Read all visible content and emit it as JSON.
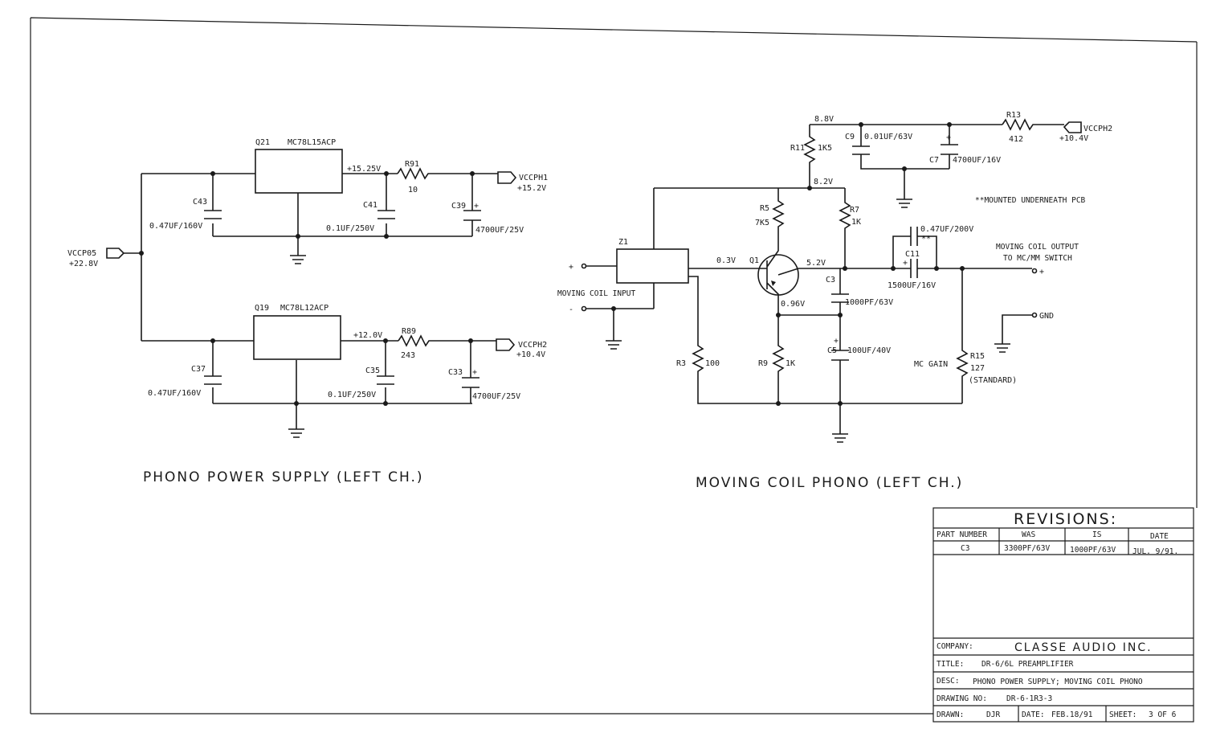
{
  "power_supply": {
    "input_net": "VCCP05",
    "input_voltage": "+22.8V",
    "upper": {
      "ic_ref": "Q21",
      "ic_part": "MC78L15ACP",
      "out_voltage": "+15.25V",
      "c_in_ref": "C43",
      "c_in_val": "0.47UF/160V",
      "r_ref": "R91",
      "r_val": "10",
      "c_out_ref": "C41",
      "c_out_val": "0.1UF/250V",
      "c_bulk_ref": "C39",
      "c_bulk_val": "4700UF/25V",
      "out_net": "VCCPH1",
      "out_net_voltage": "+15.2V"
    },
    "lower": {
      "ic_ref": "Q19",
      "ic_part": "MC78L12ACP",
      "out_voltage": "+12.0V",
      "c_in_ref": "C37",
      "c_in_val": "0.47UF/160V",
      "r_ref": "R89",
      "r_val": "243",
      "c_out_ref": "C35",
      "c_out_val": "0.1UF/250V",
      "c_bulk_ref": "C33",
      "c_bulk_val": "4700UF/25V",
      "out_net": "VCCPH2",
      "out_net_voltage": "+10.4V"
    },
    "plus_sign": "+",
    "caption": "PHONO POWER SUPPLY (LEFT CH.)"
  },
  "mc_phono": {
    "top_voltage": "8.8V",
    "r11_ref": "R11",
    "r11_val": "1K5",
    "c9_ref": "C9",
    "c9_val": "0.01UF/63V",
    "c7_ref": "C7",
    "c7_val": "4700UF/16V",
    "r13_ref": "R13",
    "r13_val": "412",
    "supply_net": "VCCPH2",
    "supply_voltage": "+10.4V",
    "mid_voltage": "8.2V",
    "note": "**MOUNTED UNDERNEATH PCB",
    "r5_ref": "R5",
    "r5_val": "7K5",
    "r7_ref": "R7",
    "r7_val": "1K",
    "z1_ref": "Z1",
    "base_voltage": "0.3V",
    "q1_ref": "Q1",
    "collector_voltage": "5.2V",
    "emitter_voltage": "0.96V",
    "c3_ref": "C3",
    "c3_val": "1000PF/63V",
    "c11_ref": "C11",
    "c11_val": "1500UF/16V",
    "c_bypass_val": "0.47UF/200V",
    "bypass_mark": "**",
    "input_plus": "+",
    "input_minus": "-",
    "input_label": "MOVING COIL INPUT",
    "output_line1": "MOVING COIL OUTPUT",
    "output_line2": "TO MC/MM SWITCH",
    "output_plus": "+",
    "gnd_label": "GND",
    "c5_ref": "C5",
    "c5_val": "100UF/40V",
    "r3_ref": "R3",
    "r3_val": "100",
    "r9_ref": "R9",
    "r9_val": "1K",
    "gain_label": "MC GAIN",
    "r15_ref": "R15",
    "r15_val": "127",
    "r15_note": "(STANDARD)",
    "caption": "MOVING COIL PHONO (LEFT CH.)"
  },
  "revisions": {
    "title": "REVISIONS:",
    "headers": [
      "PART NUMBER",
      "WAS",
      "IS",
      "DATE"
    ],
    "rows": [
      [
        "C3",
        "3300PF/63V",
        "1000PF/63V",
        "JUL. 9/91."
      ]
    ]
  },
  "title_block": {
    "company_label": "COMPANY:",
    "company": "CLASSE AUDIO INC.",
    "title_label": "TITLE:",
    "title": "DR-6/6L PREAMPLIFIER",
    "desc_label": "DESC:",
    "desc": "PHONO POWER SUPPLY; MOVING COIL PHONO",
    "drawing_label": "DRAWING NO:",
    "drawing": "DR-6-1R3-3",
    "drawn_label": "DRAWN:",
    "drawn": "DJR",
    "date_label": "DATE:",
    "date": "FEB.18/91",
    "sheet_label": "SHEET:",
    "sheet": "3 OF 6"
  }
}
